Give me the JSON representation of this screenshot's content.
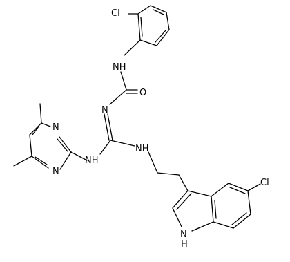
{
  "molecule": {
    "atoms": {
      "cl_top": "Cl",
      "nh_top": "NH",
      "o": "O",
      "n_imine": "N",
      "nh_right": "NH",
      "nh_left": "NH",
      "n_pyr_top": "N",
      "n_pyr_bottom": "N",
      "cl_indole": "Cl",
      "h_indole": "H",
      "n_indole": "N"
    }
  }
}
